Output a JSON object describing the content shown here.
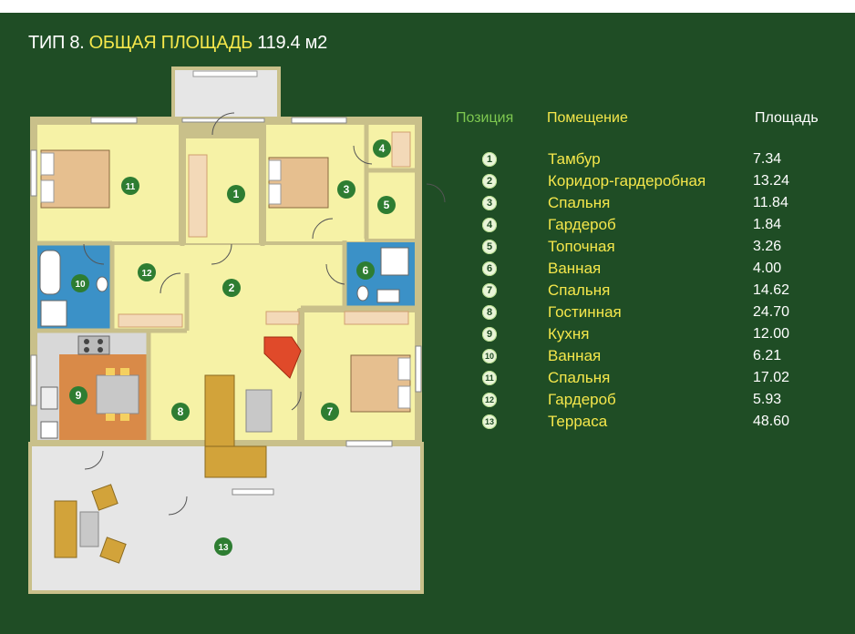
{
  "header": {
    "type_label": "ТИП 8.",
    "area_label": "ОБЩАЯ ПЛОЩАДЬ",
    "area_value": "119.4 м2"
  },
  "legend": {
    "col_position": "Позиция",
    "col_room": "Помещение",
    "col_area": "Площадь",
    "rows": [
      {
        "num": "1",
        "room": "Тамбур",
        "area": "7.34"
      },
      {
        "num": "2",
        "room": "Коридор-гардеробная",
        "area": "13.24"
      },
      {
        "num": "3",
        "room": "Спальня",
        "area": "11.84"
      },
      {
        "num": "4",
        "room": "Гардероб",
        "area": "1.84"
      },
      {
        "num": "5",
        "room": "Топочная",
        "area": "3.26"
      },
      {
        "num": "6",
        "room": "Ванная",
        "area": "4.00"
      },
      {
        "num": "7",
        "room": "Спальня",
        "area": "14.62"
      },
      {
        "num": "8",
        "room": "Гостинная",
        "area": "24.70"
      },
      {
        "num": "9",
        "room": "Кухня",
        "area": "12.00"
      },
      {
        "num": "10",
        "room": "Ванная",
        "area": "6.21"
      },
      {
        "num": "11",
        "room": "Спальня",
        "area": "17.02"
      },
      {
        "num": "12",
        "room": "Гардероб",
        "area": "5.93"
      },
      {
        "num": "13",
        "room": "Терраса",
        "area": "48.60"
      }
    ]
  },
  "plan_labels": [
    "1",
    "2",
    "3",
    "4",
    "5",
    "6",
    "7",
    "8",
    "9",
    "10",
    "11",
    "12",
    "13"
  ],
  "colors": {
    "background": "#1f4d25",
    "wall": "#c9c08a",
    "room_fill": "#f6f2a6",
    "bath_fill": "#3b91c7",
    "kitchen_fill": "#d98a48",
    "terrace_fill": "#e6e6e6",
    "accent_text": "#f5e74b",
    "position_header": "#7ec850"
  }
}
